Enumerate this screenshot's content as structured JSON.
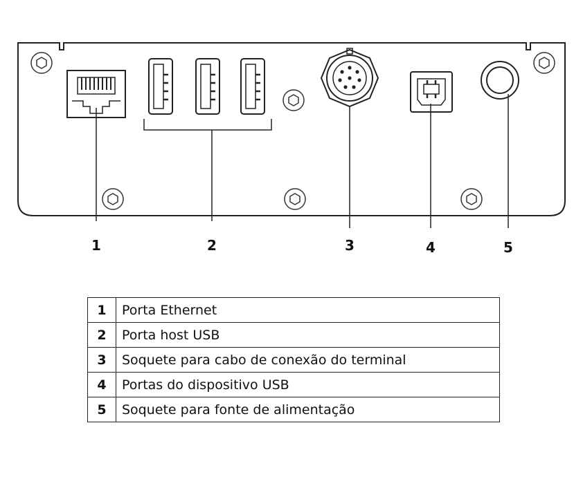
{
  "callouts": [
    "1",
    "2",
    "3",
    "4",
    "5"
  ],
  "legend": [
    {
      "num": "1",
      "text": "Porta Ethernet"
    },
    {
      "num": "2",
      "text": "Porta host USB"
    },
    {
      "num": "3",
      "text": "Soquete para cabo de conexão do terminal"
    },
    {
      "num": "4",
      "text": "Portas do dispositivo USB"
    },
    {
      "num": "5",
      "text": "Soquete para fonte de alimentação"
    }
  ]
}
